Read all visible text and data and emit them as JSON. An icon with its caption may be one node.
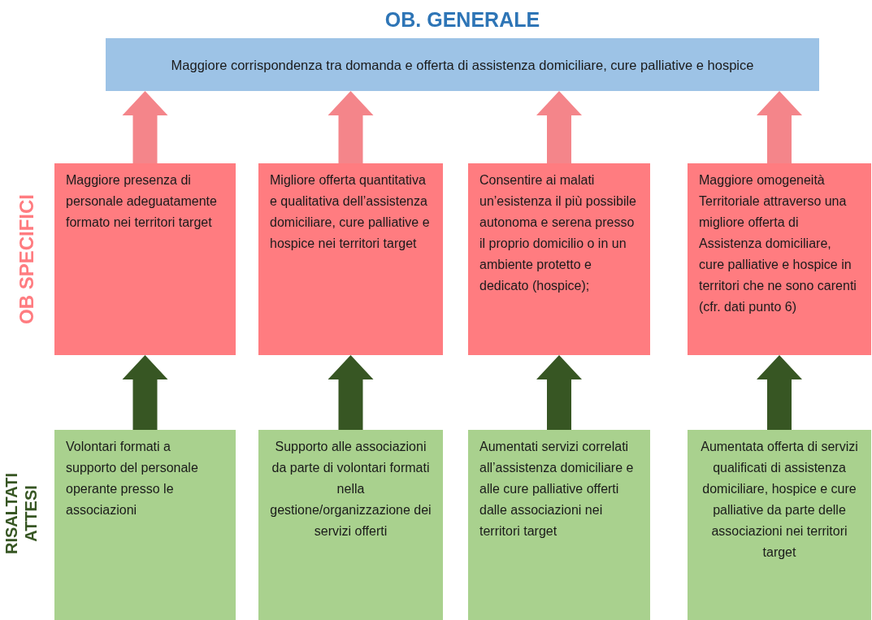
{
  "diagram": {
    "title": "OB. GENERALE",
    "nodes": [
      {
        "text": [
          "Maggiore corrispondenza tra domanda e offerta di assistenza domiciliare, cure palliative e hospice"
        ]
      },
      {
        "text": [
          "Maggiore presenza di personale adeguatamente formato nei territori target"
        ]
      },
      {
        "text": [
          "Migliore offerta quantitativa e qualitativa dell’assistenza domiciliare, cure palliative e hospice nei territori target"
        ]
      },
      {
        "text": [
          "Consentire ai malati un’esistenza il più possibile autonoma e serena presso il proprio domicilio o in un ambiente protetto e dedicato (hospice);"
        ]
      },
      {
        "text": [
          "Maggiore omogeneità Territoriale attraverso una migliore offerta di Assistenza domiciliare, cure palliative e hospice in territori che ne sono carenti (cfr. dati punto 6)"
        ]
      },
      {
        "text": [
          "Volontari formati a supporto del personale operante presso le associazioni"
        ]
      },
      {
        "text": [
          "Supporto alle associazioni da parte di volontari formati nella gestione/organizzazione dei servizi offerti"
        ]
      },
      {
        "text": [
          "Aumentati servizi correlati all’assistenza domiciliare e alle cure palliative offerti dalle associazioni nei territori target"
        ]
      },
      {
        "text": [
          "Aumentata offerta di servizi qualificati di assistenza domiciliare, hospice e cure palliative da parte delle associazioni nei territori target"
        ]
      }
    ],
    "edges": [
      {
        "from": 1,
        "to": 0,
        "arrow": "to",
        "style": "thick",
        "color": "#f4858a"
      },
      {
        "from": 2,
        "to": 0,
        "arrow": "to",
        "style": "thick",
        "color": "#f4858a"
      },
      {
        "from": 3,
        "to": 0,
        "arrow": "to",
        "style": "thick",
        "color": "#f4858a"
      },
      {
        "from": 4,
        "to": 0,
        "arrow": "to",
        "style": "thick",
        "color": "#f4858a"
      },
      {
        "from": 5,
        "to": 1,
        "arrow": "to",
        "style": "thick",
        "color": "#375623"
      },
      {
        "from": 6,
        "to": 2,
        "arrow": "to",
        "style": "thick",
        "color": "#375623"
      },
      {
        "from": 7,
        "to": 3,
        "arrow": "to",
        "style": "thick",
        "color": "#375623"
      },
      {
        "from": 8,
        "to": 4,
        "arrow": "to",
        "style": "thick",
        "color": "#375623"
      }
    ],
    "labels": [
      "OB SPECIFICI",
      "RISALTATI ATTESI"
    ]
  }
}
